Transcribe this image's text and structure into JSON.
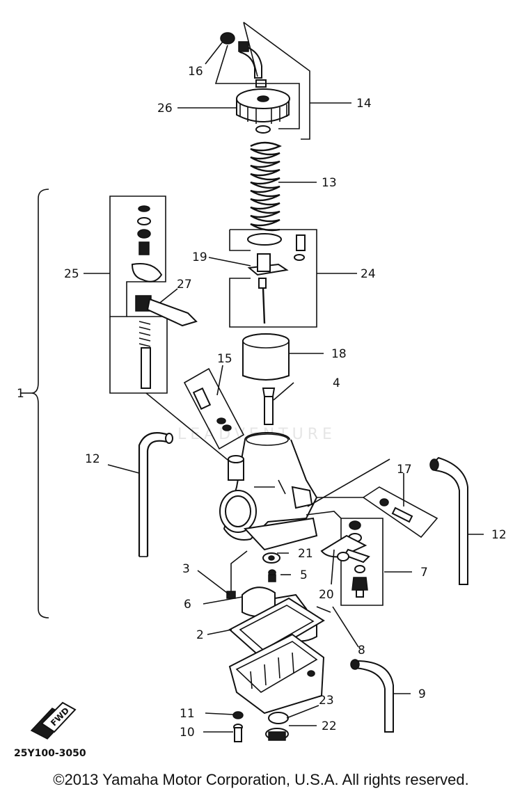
{
  "diagram": {
    "callouts": {
      "c1": "1",
      "c2": "2",
      "c3": "3",
      "c4": "4",
      "c5": "5",
      "c6": "6",
      "c7": "7",
      "c8": "8",
      "c9": "9",
      "c10": "10",
      "c11": "11",
      "c12a": "12",
      "c12b": "12",
      "c13": "13",
      "c14": "14",
      "c15": "15",
      "c16": "16",
      "c17": "17",
      "c18": "18",
      "c19": "19",
      "c20": "20",
      "c21": "21",
      "c22": "22",
      "c23": "23",
      "c24": "24",
      "c25": "25",
      "c26": "26",
      "c27": "27"
    },
    "fwd_label": "FWD",
    "drawing_code": "25Y100-3050",
    "watermark": "LEADVENTURE"
  },
  "footer": {
    "copyright": "©2013 Yamaha Motor Corporation, U.S.A. All rights reserved."
  }
}
